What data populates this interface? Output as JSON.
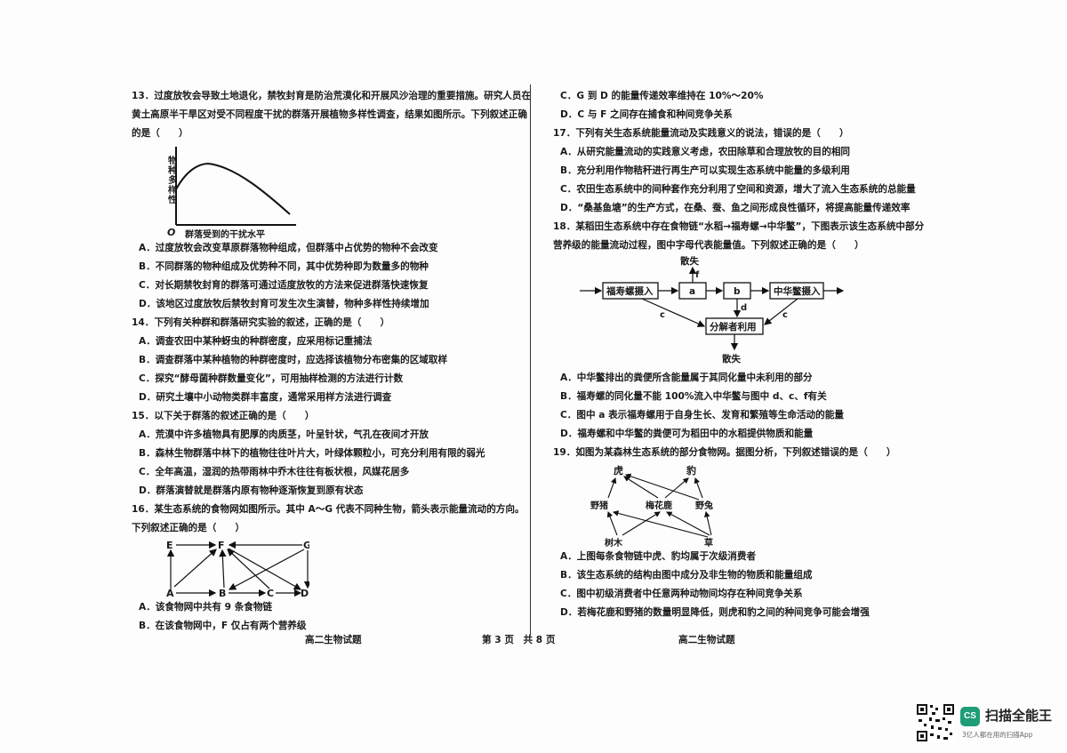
{
  "left_column": {
    "q13": {
      "stem": "13．过度放牧会导致土地退化，禁牧封育是防治荒漠化和开展风沙治理的重要措施。研究人员在黄土高原半干旱区对受不同程度干扰的群落开展植物多样性调查，结果如图所示。下列叙述正确的是（　　）",
      "figure": {
        "y_label": "物种多样性",
        "x_label": "群落受到的干扰水平",
        "origin": "O"
      },
      "options": [
        "A．过度放牧会改变草原群落物种组成，但群落中占优势的物种不会改变",
        "B．不同群落的物种组成及优势种不同，其中优势种即为数量多的物种",
        "C．对长期禁牧封育的群落可通过适度放牧的方法来促进群落快速恢复",
        "D．该地区过度放牧后禁牧封育可发生次生演替，物种多样性持续增加"
      ]
    },
    "q14": {
      "stem": "14．下列有关种群和群落研究实验的叙述，正确的是（　　）",
      "options": [
        "A．调查农田中某种蚜虫的种群密度，应采用标记重捕法",
        "B．调查群落中某种植物的种群密度时，应选择该植物分布密集的区域取样",
        "C．探究“酵母菌种群数量变化”，可用抽样检测的方法进行计数",
        "D．研究土壤中小动物类群丰富度，通常采用样方法进行调查"
      ]
    },
    "q15": {
      "stem": "15．以下关于群落的叙述正确的是（　　）",
      "options": [
        "A．荒漠中许多植物具有肥厚的肉质茎，叶呈针状，气孔在夜间才开放",
        "B．森林生物群落中林下的植物往往叶片大，叶绿体颗粒小，可充分利用有限的弱光",
        "C．全年高温，湿润的热带雨林中乔木往往有板状根，风媒花居多",
        "D．群落演替就是群落内原有物种逐渐恢复到原有状态"
      ]
    },
    "q16": {
      "stem": "16．某生态系统的食物网如图所示。其中 A～G 代表不同种生物，箭头表示能量流动的方向。下列叙述正确的是（　　）",
      "figure": {
        "nodes": [
          "E",
          "F",
          "G",
          "A",
          "B",
          "C",
          "D"
        ]
      },
      "options": [
        "A．该食物网中共有 9 条食物链",
        "B．在该食物网中，F 仅占有两个营养级"
      ]
    }
  },
  "right_column": {
    "q16_cont": [
      "C．G 到 D 的能量传递效率维持在 10%～20%",
      "D．C 与 F 之间存在捕食和种间竞争关系"
    ],
    "q17": {
      "stem": "17．下列有关生态系统能量流动及实践意义的说法，错误的是（　　）",
      "options": [
        "A．从研究能量流动的实践意义考虑，农田除草和合理放牧的目的相同",
        "B．充分利用作物秸秆进行再生产可以实现生态系统中能量的多级利用",
        "C．农田生态系统中的间种套作充分利用了空间和资源，增大了流入生态系统的总能量",
        "D．“桑基鱼塘”的生产方式，在桑、蚕、鱼之间形成良性循环，将提高能量传递效率"
      ]
    },
    "q18": {
      "stem": "18．某稻田生态系统中存在食物链“水稻→福寿螺→中华鳖”，下图表示该生态系统中部分营养级的能量流动过程，图中字母代表能量值。下列叙述正确的是（　　）",
      "figure": {
        "box1": "福寿螺摄入",
        "box_a": "a",
        "box_b": "b",
        "box2": "中华鳖摄入",
        "box3": "分解者利用",
        "loss_top": "散失",
        "loss_bottom": "散失",
        "label_c1": "c",
        "label_c2": "c",
        "label_d": "d",
        "label_f": "f"
      },
      "options": [
        "A．中华鳖排出的粪便所含能量属于其同化量中未利用的部分",
        "B．福寿螺的同化量不能 100%流入中华鳖与图中 d、c、f有关",
        "C．图中 a 表示福寿螺用于自身生长、发育和繁殖等生命活动的能量",
        "D．福寿螺和中华鳖的粪便可为稻田中的水稻提供物质和能量"
      ]
    },
    "q19": {
      "stem": "19．如图为某森林生态系统的部分食物网。据图分析，下列叙述错误的是（　　）",
      "figure": {
        "tiger": "虎",
        "leopard": "豹",
        "boar": "野猪",
        "deer": "梅花鹿",
        "rabbit": "野兔",
        "tree": "树木",
        "grass": "草"
      },
      "options": [
        "A．上图每条食物链中虎、豹均属于次级消费者",
        "B．该生态系统的结构由图中成分及非生物的物质和能量组成",
        "C．图中初级消费者中任意两种动物间均存在种间竞争关系",
        "D．若梅花鹿和野猪的数量明显降低，则虎和豹之间的种间竞争可能会增强"
      ]
    }
  },
  "footer": {
    "left": "高二生物试题",
    "page": "第 3 页　共 8 页",
    "right": "高二生物试题"
  },
  "scanner": {
    "logo_text": "CS",
    "app_name": "扫描全能王",
    "slogan": "3亿人都在用的扫描App"
  }
}
